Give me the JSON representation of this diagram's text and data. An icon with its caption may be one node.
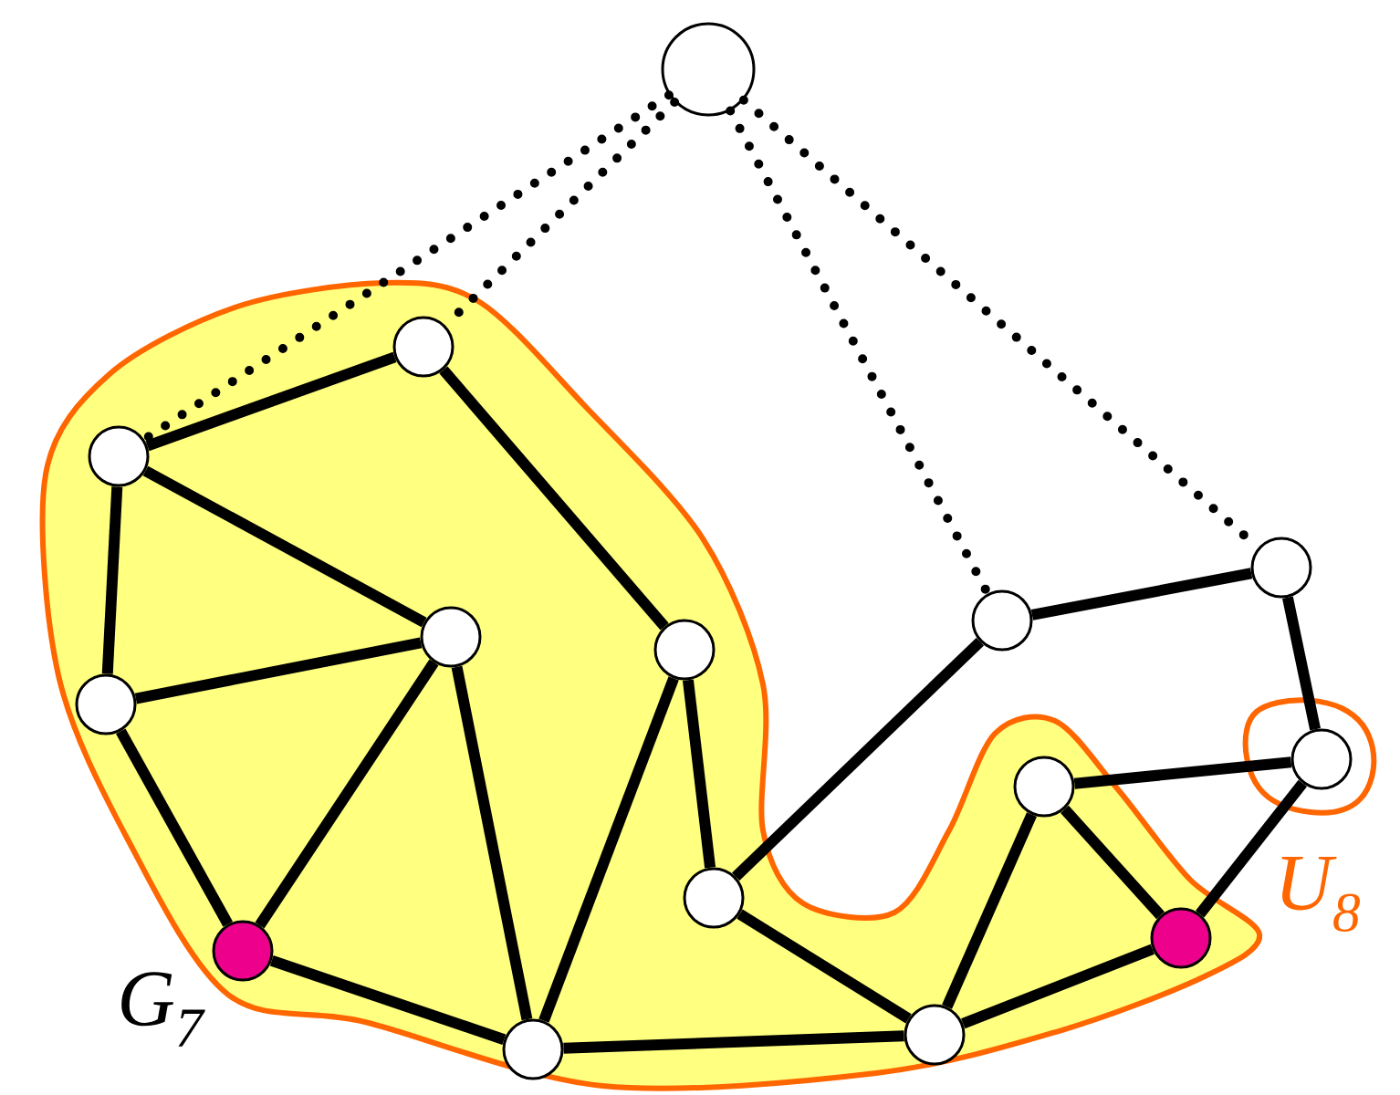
{
  "diagram": {
    "nodes": [
      {
        "text": [],
        "shape": "circle"
      },
      {
        "text": [],
        "shape": "circle"
      },
      {
        "text": [],
        "shape": "circle"
      },
      {
        "text": [],
        "shape": "circle"
      },
      {
        "text": [],
        "shape": "circle"
      },
      {
        "text": [],
        "shape": "circle"
      },
      {
        "text": [],
        "shape": "circle"
      },
      {
        "text": [],
        "shape": "circle"
      },
      {
        "text": [],
        "shape": "circle"
      },
      {
        "text": [],
        "shape": "circle"
      },
      {
        "text": [],
        "shape": "circle"
      },
      {
        "text": [],
        "shape": "circle"
      },
      {
        "text": [],
        "shape": "circle"
      },
      {
        "text": [],
        "shape": "circle"
      },
      {
        "text": [],
        "shape": "circle"
      }
    ],
    "edges": [
      {
        "from": 0,
        "to": 2,
        "arrow": "none",
        "style": "dashed"
      },
      {
        "from": 0,
        "to": 1,
        "arrow": "none",
        "style": "dashed"
      },
      {
        "from": 0,
        "to": 9,
        "arrow": "none",
        "style": "dashed"
      },
      {
        "from": 0,
        "to": 10,
        "arrow": "none",
        "style": "dashed"
      },
      {
        "from": 2,
        "to": 1,
        "arrow": "none"
      },
      {
        "from": 2,
        "to": 3,
        "arrow": "none"
      },
      {
        "from": 2,
        "to": 4,
        "arrow": "none"
      },
      {
        "from": 4,
        "to": 3,
        "arrow": "none"
      },
      {
        "from": 4,
        "to": 6,
        "arrow": "none"
      },
      {
        "from": 6,
        "to": 3,
        "arrow": "none"
      },
      {
        "from": 3,
        "to": 7,
        "arrow": "none"
      },
      {
        "from": 1,
        "to": 5,
        "arrow": "none"
      },
      {
        "from": 5,
        "to": 8,
        "arrow": "none"
      },
      {
        "from": 5,
        "to": 7,
        "arrow": "none"
      },
      {
        "from": 6,
        "to": 7,
        "arrow": "none"
      },
      {
        "from": 7,
        "to": 14,
        "arrow": "none"
      },
      {
        "from": 8,
        "to": 14,
        "arrow": "none"
      },
      {
        "from": 8,
        "to": 9,
        "arrow": "none"
      },
      {
        "from": 9,
        "to": 10,
        "arrow": "none"
      },
      {
        "from": 10,
        "to": 11,
        "arrow": "none"
      },
      {
        "from": 12,
        "to": 11,
        "arrow": "none"
      },
      {
        "from": 12,
        "to": 14,
        "arrow": "none"
      },
      {
        "from": 12,
        "to": 13,
        "arrow": "none"
      },
      {
        "from": 13,
        "to": 11,
        "arrow": "none"
      },
      {
        "from": 14,
        "to": 13,
        "arrow": "none"
      }
    ],
    "labels": [
      "G$_{7}$",
      "U$_{8}$"
    ]
  }
}
